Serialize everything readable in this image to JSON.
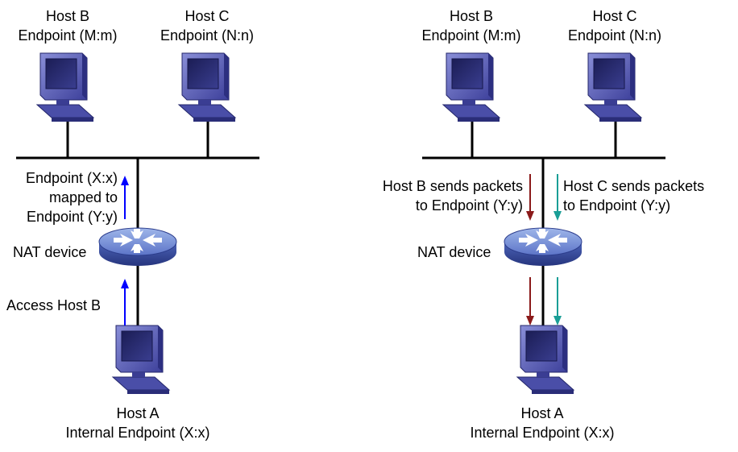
{
  "left": {
    "host_b": {
      "name": "Host B",
      "endpoint": "Endpoint (M:m)"
    },
    "host_c": {
      "name": "Host C",
      "endpoint": "Endpoint (N:n)"
    },
    "host_a": {
      "name": "Host A",
      "endpoint": "Internal Endpoint (X:x)"
    },
    "nat_label": "NAT device",
    "mapping": {
      "line1": "Endpoint (X:x)",
      "line2": "mapped to",
      "line3": "Endpoint (Y:y)"
    },
    "access": "Access Host B"
  },
  "right": {
    "host_b": {
      "name": "Host B",
      "endpoint": "Endpoint (M:m)"
    },
    "host_c": {
      "name": "Host C",
      "endpoint": "Endpoint (N:n)"
    },
    "host_a": {
      "name": "Host A",
      "endpoint": "Internal Endpoint (X:x)"
    },
    "nat_label": "NAT device",
    "host_b_sends": {
      "line1": "Host B sends packets",
      "line2": "to Endpoint (Y:y)"
    },
    "host_c_sends": {
      "line1": "Host C sends packets",
      "line2": "to Endpoint (Y:y)"
    }
  },
  "colors": {
    "outbound_arrow": "#0000ff",
    "host_b_arrow": "#8b1a1a",
    "host_c_arrow": "#1a9e96",
    "line": "#000000"
  },
  "icons": {
    "host": "computer-icon",
    "nat": "nat-router-icon"
  }
}
